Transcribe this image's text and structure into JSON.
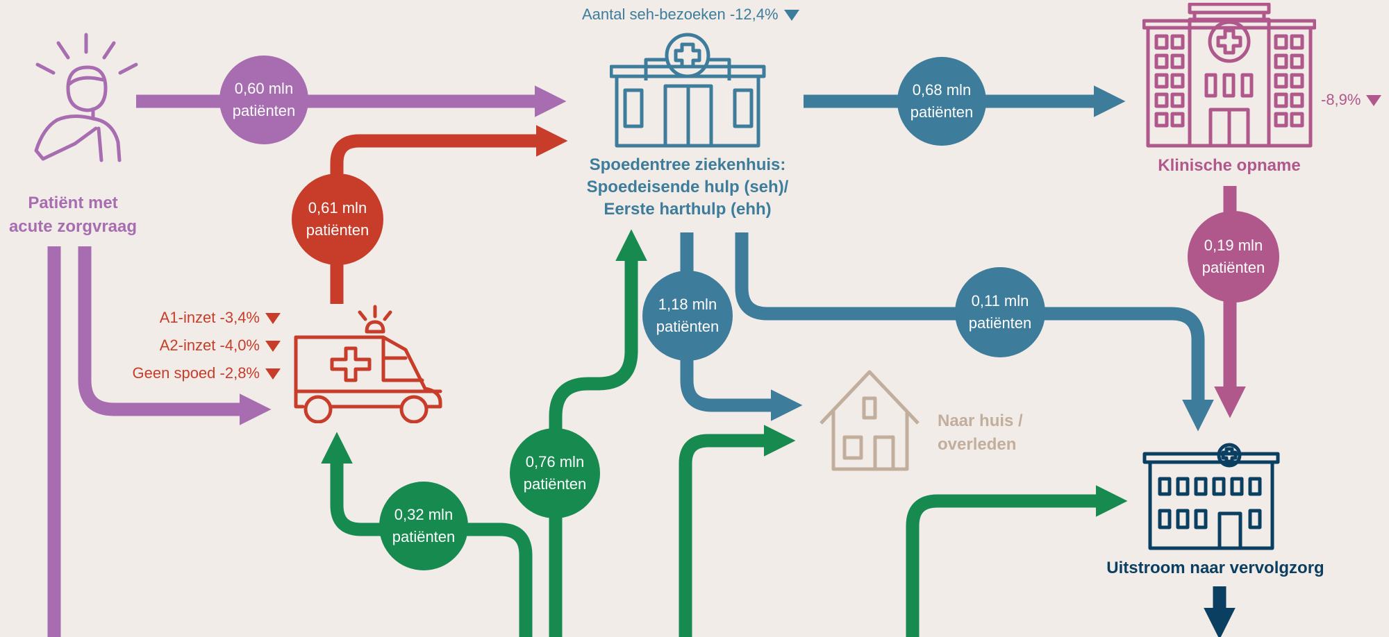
{
  "colors": {
    "background": "#f1ece7",
    "patient": "#a76db0",
    "ambulance": "#c83d2a",
    "seh": "#3e7c9c",
    "admission": "#b0588b",
    "home": "#c2ae9c",
    "followup": "#0b3f61",
    "inflow": "#168a4f"
  },
  "nodes": {
    "patient": {
      "label_line1": "Patiënt met",
      "label_line2": "acute zorgvraag",
      "icon": "person-in-pain-icon"
    },
    "seh": {
      "label_line1": "Spoedentree ziekenhuis:",
      "label_line2": "Spoedeisende hulp (seh)/",
      "label_line3": "Eerste harthulp (ehh)",
      "icon": "emergency-hospital-icon",
      "stat": "Aantal seh-bezoeken -12,4%"
    },
    "admission": {
      "label": "Klinische opname",
      "icon": "hospital-building-icon",
      "stat": "-8,9%"
    },
    "ambulance": {
      "icon": "ambulance-icon",
      "stats": [
        "A1-inzet -3,4%",
        "A2-inzet -4,0%",
        "Geen spoed -2,8%"
      ]
    },
    "home": {
      "label_line1": "Naar huis /",
      "label_line2": "overleden",
      "icon": "house-icon"
    },
    "followup": {
      "label": "Uitstroom naar vervolgzorg",
      "icon": "care-facility-icon"
    }
  },
  "flows": {
    "patient_to_seh": {
      "value": "0,60 mln",
      "unit": "patiënten"
    },
    "ambulance_to_seh": {
      "value": "0,61 mln",
      "unit": "patiënten"
    },
    "seh_to_admission": {
      "value": "0,68 mln",
      "unit": "patiënten"
    },
    "admission_to_followup": {
      "value": "0,19 mln",
      "unit": "patiënten"
    },
    "seh_to_home": {
      "value": "1,18 mln",
      "unit": "patiënten"
    },
    "seh_to_followup": {
      "value": "0,11 mln",
      "unit": "patiënten"
    },
    "inflow_to_seh": {
      "value": "0,76 mln",
      "unit": "patiënten"
    },
    "inflow_to_ambulance": {
      "value": "0,32 mln",
      "unit": "patiënten"
    }
  }
}
